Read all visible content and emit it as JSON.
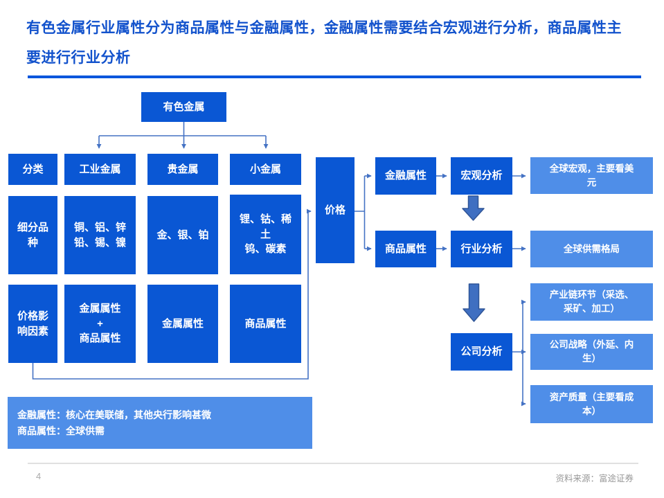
{
  "slide": {
    "title": "有色金属行业属性分为商品属性与金融属性，金融属性需要结合宏观进行分析，商品属性主\n要进行行业分析",
    "page_number": "4",
    "source": "资料来源：富途证券"
  },
  "colors": {
    "primary_blue": "#0A57D4",
    "light_blue": "#4F8EE8",
    "connector_blue": "#4472C4",
    "block_arrow_fill": "#3F6FC1",
    "block_arrow_stroke": "#2F5597",
    "title_blue": "#1252CC",
    "underline_blue": "#0556DC",
    "footer_gray": "#999999"
  },
  "nodes": {
    "root": "有色金属",
    "row_category": "分类",
    "industrial_metals": "工业金属",
    "precious_metals": "贵金属",
    "minor_metals": "小金属",
    "row_subdivision": "细分品\n种",
    "industrial_items": "铜、铝、锌\n铅、锡、镍",
    "precious_items": "金、银、铂",
    "minor_items": "锂、钴、稀\n土\n钨、碳素",
    "row_price_factors": "价格影\n响因素",
    "industrial_attr": "金属属性\n+\n商品属性",
    "precious_attr": "金属属性",
    "minor_attr": "商品属性",
    "price": "价格",
    "financial_attr": "金融属性",
    "macro_analysis": "宏观分析",
    "macro_callout": "全球宏观，主要看美\n元",
    "commodity_attr": "商品属性",
    "industry_analysis": "行业分析",
    "industry_callout": "全球供需格局",
    "company_analysis": "公司分析",
    "company_callout_1": "产业链环节（采选、\n采矿、加工）",
    "company_callout_2": "公司战略（外延、内\n生）",
    "company_callout_3": "资产质量（主要看成\n本）",
    "footnote": "金融属性：核心在美联储，其他央行影响甚微\n商品属性：全球供需"
  }
}
